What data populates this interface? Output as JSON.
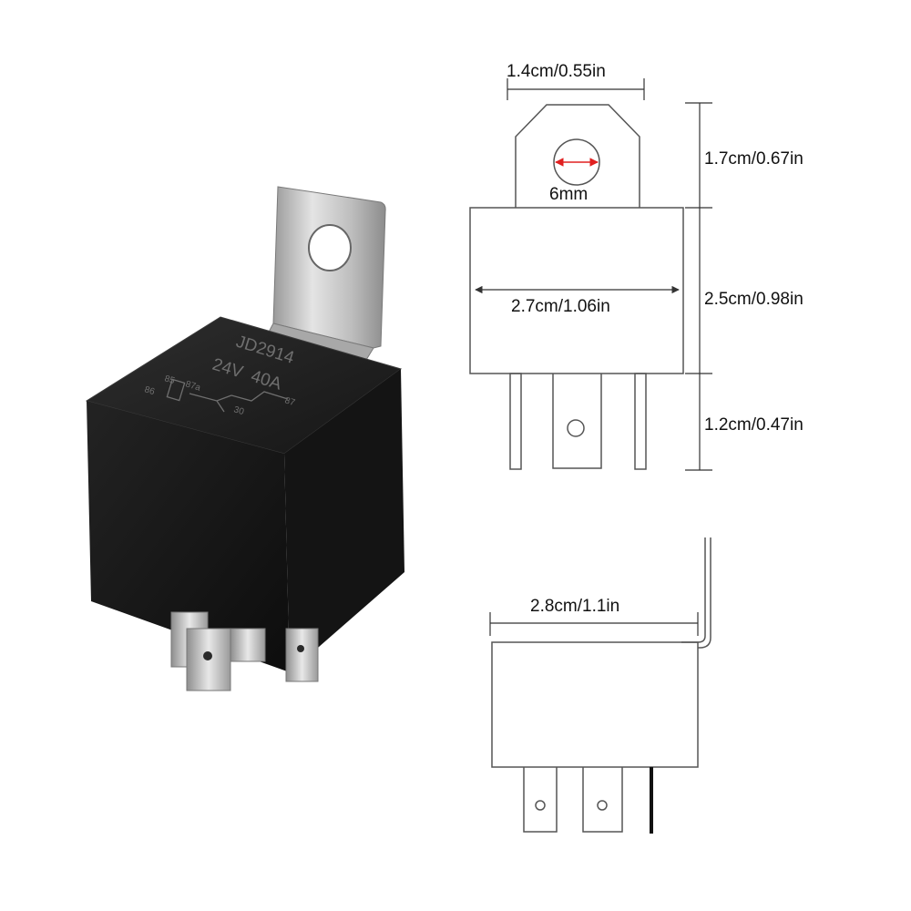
{
  "relay": {
    "model": "JD2914",
    "rating": "24V  40A",
    "pins": {
      "p85": "85",
      "p87a": "87a",
      "p86": "86",
      "p30": "30",
      "p87": "87"
    }
  },
  "front_view": {
    "tab_width": "1.4cm/0.55in",
    "hole_diameter": "6mm",
    "body_width": "2.7cm/1.06in",
    "tab_height": "1.7cm/0.67in",
    "body_height": "2.5cm/0.98in",
    "pin_height": "1.2cm/0.47in"
  },
  "side_view": {
    "overall_width": "2.8cm/1.1in"
  },
  "colors": {
    "outline": "#555555",
    "dimension_line": "#333333",
    "hole_arrow": "#e02020",
    "relay_body": "#1b1b1b",
    "bracket_metal": "#c8c8c8"
  }
}
